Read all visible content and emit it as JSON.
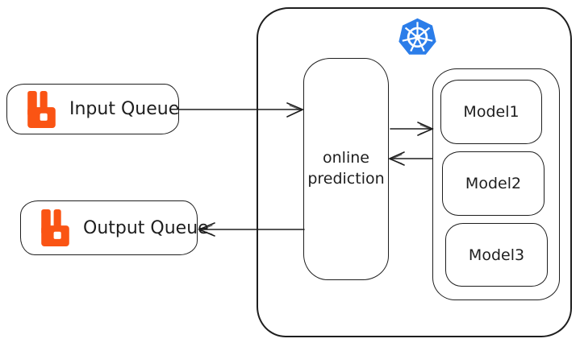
{
  "diagram": {
    "type": "architecture-diagram",
    "colors": {
      "rabbitmq_orange": "#FA5414",
      "kubernetes_blue": "#2B7DE9",
      "stroke": "#1e1e1e",
      "background": "#ffffff"
    },
    "cluster": {
      "name": "kubernetes-cluster",
      "icon": "kubernetes-logo"
    },
    "nodes": {
      "input_queue": {
        "label": "Input Queue",
        "icon": "rabbitmq-logo"
      },
      "output_queue": {
        "label": "Output Queue",
        "icon": "rabbitmq-logo"
      },
      "online_prediction": {
        "label": "online\nprediction"
      },
      "model_group": {
        "models": [
          {
            "label": "Model1"
          },
          {
            "label": "Model2"
          },
          {
            "label": "Model3"
          }
        ]
      }
    },
    "edges": [
      {
        "from": "input_queue",
        "to": "online_prediction",
        "direction": "right"
      },
      {
        "from": "online_prediction",
        "to": "model_group",
        "direction": "right"
      },
      {
        "from": "model_group",
        "to": "online_prediction",
        "direction": "left"
      },
      {
        "from": "online_prediction",
        "to": "output_queue",
        "direction": "left"
      }
    ]
  }
}
